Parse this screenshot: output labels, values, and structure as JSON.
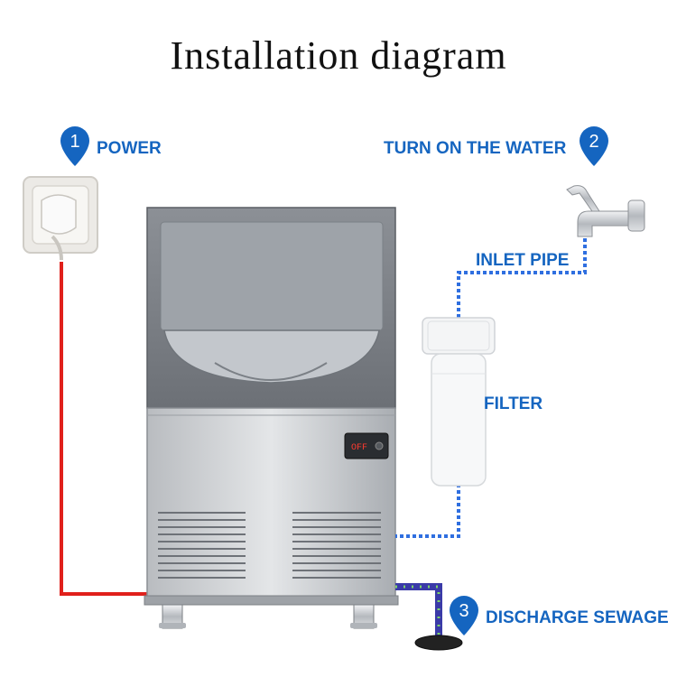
{
  "title": "Installation diagram",
  "steps": [
    {
      "number": "1",
      "label": "POWER"
    },
    {
      "number": "2",
      "label": "TURN ON THE WATER"
    },
    {
      "number": "3",
      "label": "DISCHARGE SEWAGE"
    }
  ],
  "labels": {
    "inlet_pipe": "INLET PIPE",
    "filter": "FILTER"
  },
  "display": {
    "text": "OFF"
  },
  "colors": {
    "label_blue": "#1565c0",
    "power_cable": "#e0201b",
    "water_pipe": "#2f6fe0",
    "drain_hose": "#3a3aa8"
  }
}
